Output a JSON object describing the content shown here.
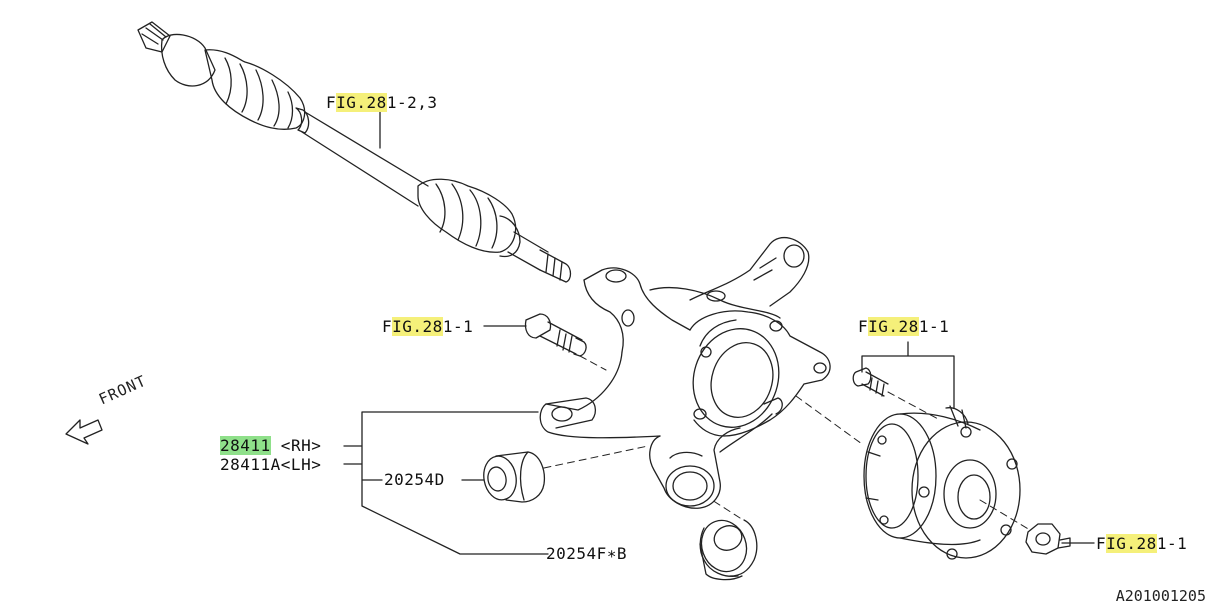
{
  "figure_refs": {
    "driveshaft": {
      "prefix": "F",
      "highlight": "IG.28",
      "suffix": "1-2,3"
    },
    "bolt": {
      "prefix": "F",
      "highlight": "IG.28",
      "suffix": "1-1"
    },
    "hub_bolt": {
      "prefix": "F",
      "highlight": "IG.28",
      "suffix": "1-1"
    },
    "nut": {
      "prefix": "F",
      "highlight": "IG.28",
      "suffix": "1-1"
    }
  },
  "parts": {
    "knuckle_rh_num": "28411",
    "knuckle_rh_side": " <RH>",
    "knuckle_lh": "28411A<LH>",
    "bushing_d": "20254D",
    "bushing_f": "20254F∗B"
  },
  "direction": {
    "front": "FRONT"
  },
  "diagram_code": "A201001205",
  "colors": {
    "highlight_yellow": "#f5f07a",
    "highlight_green": "#8fe08a",
    "line": "#222222"
  }
}
